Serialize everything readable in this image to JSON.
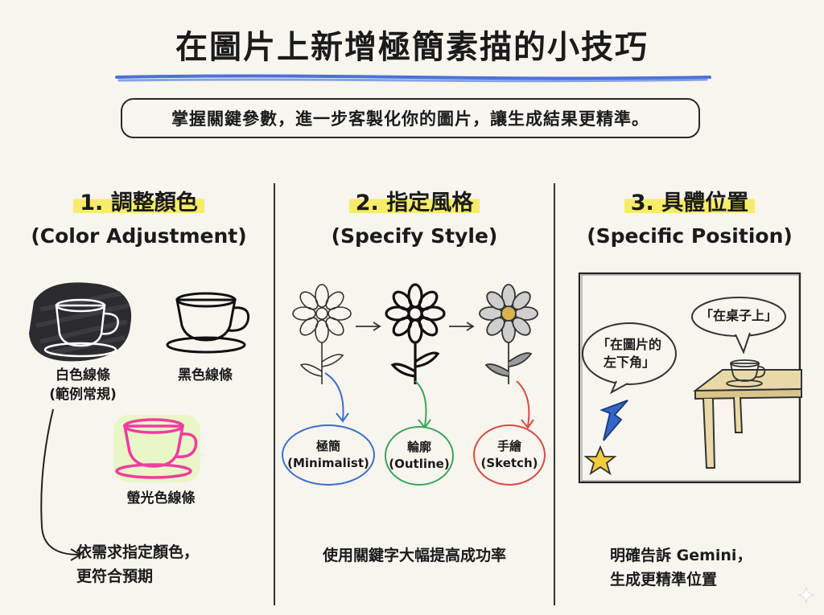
{
  "title": "在圖片上新增極簡素描的小技巧",
  "subtitle": "掌握關鍵參數，進一步客製化你的圖片，讓生成結果更精準。",
  "columns": [
    {
      "heading": "1. 調整顏色",
      "heading_en": "(Color Adjustment)",
      "items": [
        {
          "label_line1": "白色線條",
          "label_line2": "(範例常規)"
        },
        {
          "label_line1": "黑色線條"
        },
        {
          "label_line1": "螢光色線條"
        }
      ],
      "footer_line1": "依需求指定顏色，",
      "footer_line2": "更符合預期"
    },
    {
      "heading": "2. 指定風格",
      "heading_en": "(Specify Style)",
      "styles": [
        {
          "zh": "極簡",
          "en": "(Minimalist)",
          "color": "#3a6fd0"
        },
        {
          "zh": "輪廓",
          "en": "(Outline)",
          "color": "#3aa35a"
        },
        {
          "zh": "手繪",
          "en": "(Sketch)",
          "color": "#d94a45"
        }
      ],
      "footer_line1": "使用關鍵字大幅提高成功率"
    },
    {
      "heading": "3. 具體位置",
      "heading_en": "(Specific Position)",
      "bubble_corner_line1": "「在圖片的",
      "bubble_corner_line2": "左下角」",
      "bubble_table": "「在桌子上」",
      "footer_line1": "明確告訴 Gemini，",
      "footer_line2": "生成更精準位置"
    }
  ],
  "colors": {
    "highlight": "#f6ec6a",
    "title_underline": "#4a73d6",
    "neon_pink": "#f03ca0",
    "neon_glow": "#b8f06a",
    "star": "#f2cc3a",
    "arrow_blue": "#3566c8"
  }
}
